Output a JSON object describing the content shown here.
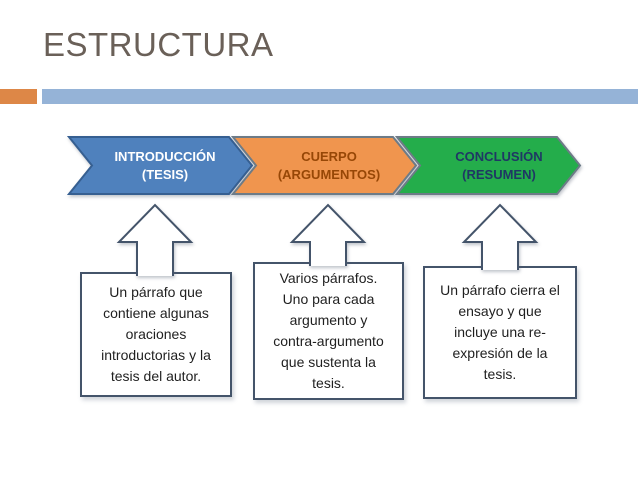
{
  "slide": {
    "title": "ESTRUCTURA",
    "title_color": "#6a6058",
    "header_bars": {
      "orange": "#dd8747",
      "blue": "#95b3d7"
    }
  },
  "chevrons": [
    {
      "label": "INTRODUCCIÓN",
      "sublabel": "(TESIS)",
      "fill": "#4f81bd",
      "border": "#365f91",
      "text_color": "#ffffff"
    },
    {
      "label": "CUERPO",
      "sublabel": "(ARGUMENTOS)",
      "fill": "#f0954e",
      "border": "#6d7b87",
      "text_color": "#974706"
    },
    {
      "label": "CONCLUSIÓN",
      "sublabel": "(RESUMEN)",
      "fill": "#24ad4b",
      "border": "#6d7b87",
      "text_color": "#1f3864"
    }
  ],
  "arrows": {
    "outline": "#44546a",
    "fill": "#ffffff"
  },
  "boxes": [
    {
      "text": "Un párrafo que\ncontiene algunas\noraciones\nintroductorias y la\ntesis del autor."
    },
    {
      "text": "Varios párrafos.\nUno para cada\nargumento y\ncontra-argumento\nque sustenta la\ntesis."
    },
    {
      "text": "Un párrafo cierra el\nensayo y que\nincluye una re-\nexpresión de la\ntesis."
    }
  ]
}
